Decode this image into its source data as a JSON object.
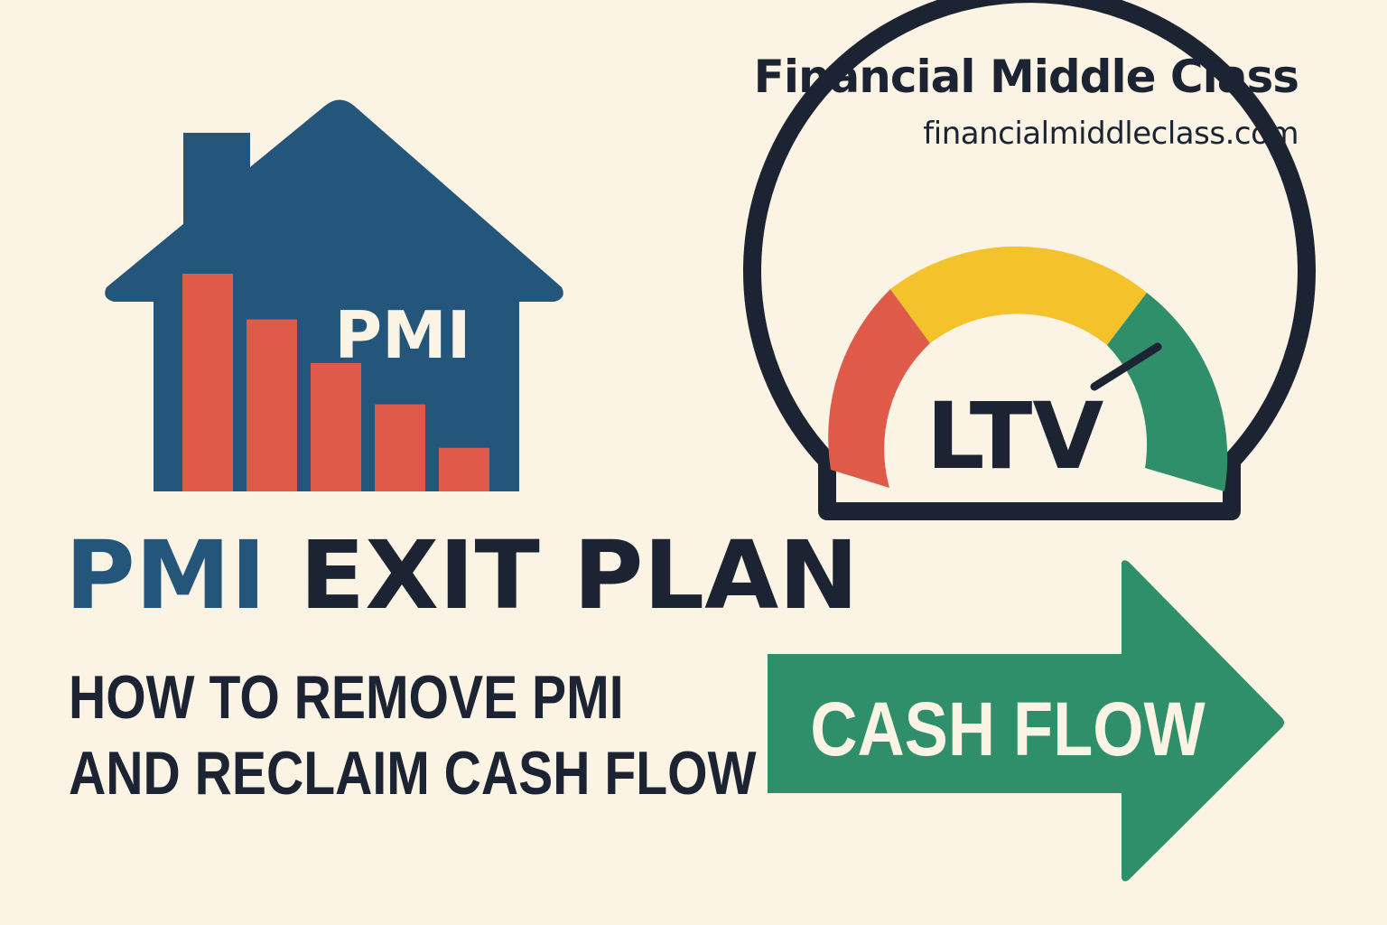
{
  "brand": {
    "name": "Financial Middle Class",
    "url": "financialmiddleclass.com"
  },
  "house": {
    "label": "PMI",
    "bars_declining": [
      1.0,
      0.79,
      0.59,
      0.4,
      0.2
    ]
  },
  "gauge": {
    "label": "LTV",
    "needle_position": "green zone"
  },
  "title": {
    "part1": "PMI",
    "part2": "EXIT PLAN"
  },
  "subtitle": {
    "line1": "HOW TO REMOVE PMI",
    "line2": "AND RECLAIM CASH FLOW"
  },
  "arrow": {
    "label": "CASH FLOW"
  },
  "colors": {
    "background": "#fbf3e3",
    "navy": "#24557a",
    "dark": "#1c2433",
    "red": "#e05a4a",
    "yellow": "#f4c22b",
    "green": "#2f8f6a"
  },
  "icons": [
    "house-icon",
    "gauge-icon",
    "arrow-right-icon"
  ]
}
